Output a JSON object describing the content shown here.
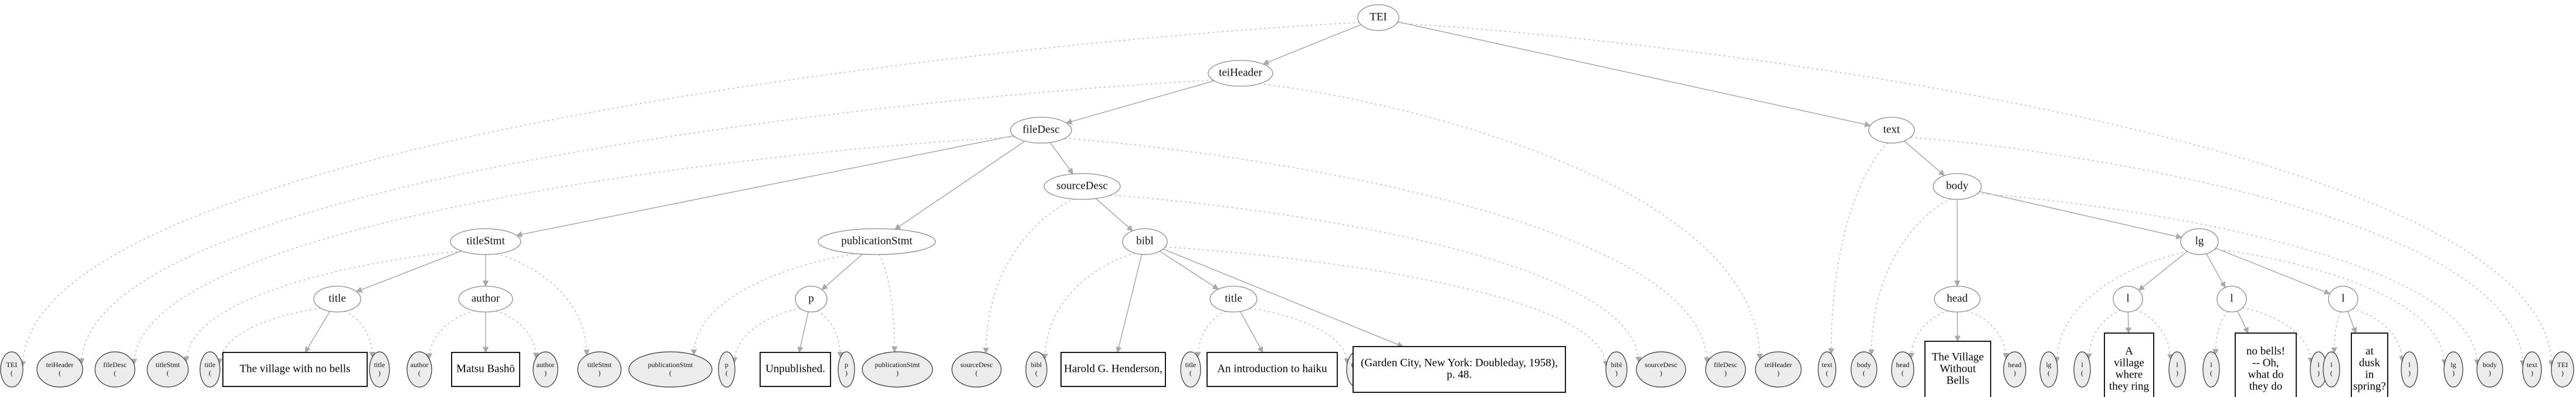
{
  "diagram": {
    "type": "tei-document-tree",
    "nodes": [
      {
        "id": "tei",
        "kind": "element",
        "label": "TEI"
      },
      {
        "id": "teiheader",
        "kind": "element",
        "label": "teiHeader"
      },
      {
        "id": "filedesc",
        "kind": "element",
        "label": "fileDesc"
      },
      {
        "id": "text",
        "kind": "element",
        "label": "text"
      },
      {
        "id": "titlestmt",
        "kind": "element",
        "label": "titleStmt"
      },
      {
        "id": "publicationstmt",
        "kind": "element",
        "label": "publicationStmt"
      },
      {
        "id": "sourcedesc",
        "kind": "element",
        "label": "sourceDesc"
      },
      {
        "id": "bibl",
        "kind": "element",
        "label": "bibl"
      },
      {
        "id": "body",
        "kind": "element",
        "label": "body"
      },
      {
        "id": "lg",
        "kind": "element",
        "label": "lg"
      },
      {
        "id": "title1",
        "kind": "element",
        "label": "title"
      },
      {
        "id": "author",
        "kind": "element",
        "label": "author"
      },
      {
        "id": "p",
        "kind": "element",
        "label": "p"
      },
      {
        "id": "title2",
        "kind": "element",
        "label": "title"
      },
      {
        "id": "head",
        "kind": "element",
        "label": "head"
      },
      {
        "id": "l1",
        "kind": "element",
        "label": "l"
      },
      {
        "id": "l2",
        "kind": "element",
        "label": "l"
      },
      {
        "id": "l3",
        "kind": "element",
        "label": "l"
      },
      {
        "id": "m_tei_open",
        "kind": "marker",
        "lines": [
          "TEI",
          "("
        ]
      },
      {
        "id": "m_hdr_open",
        "kind": "marker",
        "lines": [
          "teiHeader",
          "("
        ]
      },
      {
        "id": "m_fd_open",
        "kind": "marker",
        "lines": [
          "fileDesc",
          "("
        ]
      },
      {
        "id": "m_ts_open",
        "kind": "marker",
        "lines": [
          "titleStmt",
          "("
        ]
      },
      {
        "id": "m_t1_open",
        "kind": "marker",
        "lines": [
          "title",
          "("
        ]
      },
      {
        "id": "t_title1",
        "kind": "text",
        "lines": [
          "The village with no bells"
        ]
      },
      {
        "id": "m_t1_close",
        "kind": "marker",
        "lines": [
          "title",
          ")"
        ]
      },
      {
        "id": "m_au_open",
        "kind": "marker",
        "lines": [
          "author",
          "("
        ]
      },
      {
        "id": "t_author",
        "kind": "text",
        "lines": [
          "Matsu Bashō"
        ]
      },
      {
        "id": "m_au_close",
        "kind": "marker",
        "lines": [
          "author",
          ")"
        ]
      },
      {
        "id": "m_ts_close",
        "kind": "marker",
        "lines": [
          "titleStmt",
          ")"
        ]
      },
      {
        "id": "m_ps_open",
        "kind": "marker",
        "lines": [
          "publicationStmt",
          "("
        ]
      },
      {
        "id": "m_p_open",
        "kind": "marker",
        "lines": [
          "p",
          "("
        ]
      },
      {
        "id": "t_p",
        "kind": "text",
        "lines": [
          "Unpublished."
        ]
      },
      {
        "id": "m_p_close",
        "kind": "marker",
        "lines": [
          "p",
          ")"
        ]
      },
      {
        "id": "m_ps_close",
        "kind": "marker",
        "lines": [
          "publicationStmt",
          ")"
        ]
      },
      {
        "id": "m_sd_open",
        "kind": "marker",
        "lines": [
          "sourceDesc",
          "("
        ]
      },
      {
        "id": "m_bb_open",
        "kind": "marker",
        "lines": [
          "bibl",
          "("
        ]
      },
      {
        "id": "t_bibl_author",
        "kind": "text",
        "lines": [
          "Harold G. Henderson,"
        ]
      },
      {
        "id": "m_t2_open",
        "kind": "marker",
        "lines": [
          "title",
          "("
        ]
      },
      {
        "id": "t_title2",
        "kind": "text",
        "lines": [
          "An introduction to haiku"
        ]
      },
      {
        "id": "m_t2_close",
        "kind": "marker",
        "lines": [
          "title",
          ")"
        ]
      },
      {
        "id": "t_bibl_pub",
        "kind": "text",
        "lines": [
          "(Garden City, New York: Doubleday, 1958),",
          "p. 48."
        ]
      },
      {
        "id": "m_bb_close",
        "kind": "marker",
        "lines": [
          "bibl",
          ")"
        ]
      },
      {
        "id": "m_sd_close",
        "kind": "marker",
        "lines": [
          "sourceDesc",
          ")"
        ]
      },
      {
        "id": "m_fd_close",
        "kind": "marker",
        "lines": [
          "fileDesc",
          ")"
        ]
      },
      {
        "id": "m_hdr_close",
        "kind": "marker",
        "lines": [
          "teiHeader",
          ")"
        ]
      },
      {
        "id": "m_text_open",
        "kind": "marker",
        "lines": [
          "text",
          "("
        ]
      },
      {
        "id": "m_body_open",
        "kind": "marker",
        "lines": [
          "body",
          "("
        ]
      },
      {
        "id": "m_head_open",
        "kind": "marker",
        "lines": [
          "head",
          "("
        ]
      },
      {
        "id": "t_head",
        "kind": "text",
        "lines": [
          "The Village",
          "Without",
          "Bells"
        ]
      },
      {
        "id": "m_head_close",
        "kind": "marker",
        "lines": [
          "head",
          ")"
        ]
      },
      {
        "id": "m_lg_open",
        "kind": "marker",
        "lines": [
          "lg",
          "("
        ]
      },
      {
        "id": "m_l1_open",
        "kind": "marker",
        "lines": [
          "l",
          "("
        ]
      },
      {
        "id": "t_l1",
        "kind": "text",
        "lines": [
          "A",
          "village",
          "where",
          "they ring"
        ]
      },
      {
        "id": "m_l1_close",
        "kind": "marker",
        "lines": [
          "l",
          ")"
        ]
      },
      {
        "id": "m_l2_open",
        "kind": "marker",
        "lines": [
          "l",
          "("
        ]
      },
      {
        "id": "t_l2",
        "kind": "text",
        "lines": [
          "no bells!",
          "-- Oh,",
          "what do",
          "they do"
        ]
      },
      {
        "id": "m_l2_close",
        "kind": "marker",
        "lines": [
          "l",
          ")"
        ]
      },
      {
        "id": "m_l3_open",
        "kind": "marker",
        "lines": [
          "l",
          "("
        ]
      },
      {
        "id": "t_l3",
        "kind": "text",
        "lines": [
          "at",
          "dusk",
          "in",
          "spring?"
        ]
      },
      {
        "id": "m_l3_close",
        "kind": "marker",
        "lines": [
          "l",
          ")"
        ]
      },
      {
        "id": "m_lg_close",
        "kind": "marker",
        "lines": [
          "lg",
          ")"
        ]
      },
      {
        "id": "m_body_close",
        "kind": "marker",
        "lines": [
          "body",
          ")"
        ]
      },
      {
        "id": "m_text_close",
        "kind": "marker",
        "lines": [
          "text",
          ")"
        ]
      },
      {
        "id": "m_tei_close",
        "kind": "marker",
        "lines": [
          "TEI",
          ")"
        ]
      }
    ],
    "edges": [
      [
        "tei",
        "teiheader",
        "solid"
      ],
      [
        "tei",
        "text",
        "solid"
      ],
      [
        "teiheader",
        "filedesc",
        "solid"
      ],
      [
        "filedesc",
        "titlestmt",
        "solid"
      ],
      [
        "filedesc",
        "publicationstmt",
        "solid"
      ],
      [
        "filedesc",
        "sourcedesc",
        "solid"
      ],
      [
        "titlestmt",
        "title1",
        "solid"
      ],
      [
        "titlestmt",
        "author",
        "solid"
      ],
      [
        "title1",
        "t_title1",
        "solid"
      ],
      [
        "author",
        "t_author",
        "solid"
      ],
      [
        "publicationstmt",
        "p",
        "solid"
      ],
      [
        "p",
        "t_p",
        "solid"
      ],
      [
        "sourcedesc",
        "bibl",
        "solid"
      ],
      [
        "bibl",
        "t_bibl_author",
        "solid"
      ],
      [
        "bibl",
        "title2",
        "solid"
      ],
      [
        "bibl",
        "t_bibl_pub",
        "solid"
      ],
      [
        "title2",
        "t_title2",
        "solid"
      ],
      [
        "text",
        "body",
        "solid"
      ],
      [
        "body",
        "head",
        "solid"
      ],
      [
        "body",
        "lg",
        "solid"
      ],
      [
        "head",
        "t_head",
        "solid"
      ],
      [
        "lg",
        "l1",
        "solid"
      ],
      [
        "lg",
        "l2",
        "solid"
      ],
      [
        "lg",
        "l3",
        "solid"
      ],
      [
        "l1",
        "t_l1",
        "solid"
      ],
      [
        "l2",
        "t_l2",
        "solid"
      ],
      [
        "l3",
        "t_l3",
        "solid"
      ],
      [
        "tei",
        "m_tei_open",
        "dotted"
      ],
      [
        "tei",
        "m_tei_close",
        "dotted"
      ],
      [
        "teiheader",
        "m_hdr_open",
        "dotted"
      ],
      [
        "teiheader",
        "m_hdr_close",
        "dotted"
      ],
      [
        "filedesc",
        "m_fd_open",
        "dotted"
      ],
      [
        "filedesc",
        "m_fd_close",
        "dotted"
      ],
      [
        "titlestmt",
        "m_ts_open",
        "dotted"
      ],
      [
        "titlestmt",
        "m_ts_close",
        "dotted"
      ],
      [
        "title1",
        "m_t1_open",
        "dotted"
      ],
      [
        "title1",
        "m_t1_close",
        "dotted"
      ],
      [
        "author",
        "m_au_open",
        "dotted"
      ],
      [
        "author",
        "m_au_close",
        "dotted"
      ],
      [
        "publicationstmt",
        "m_ps_open",
        "dotted"
      ],
      [
        "publicationstmt",
        "m_ps_close",
        "dotted"
      ],
      [
        "p",
        "m_p_open",
        "dotted"
      ],
      [
        "p",
        "m_p_close",
        "dotted"
      ],
      [
        "sourcedesc",
        "m_sd_open",
        "dotted"
      ],
      [
        "sourcedesc",
        "m_sd_close",
        "dotted"
      ],
      [
        "bibl",
        "m_bb_open",
        "dotted"
      ],
      [
        "bibl",
        "m_bb_close",
        "dotted"
      ],
      [
        "title2",
        "m_t2_open",
        "dotted"
      ],
      [
        "title2",
        "m_t2_close",
        "dotted"
      ],
      [
        "text",
        "m_text_open",
        "dotted"
      ],
      [
        "text",
        "m_text_close",
        "dotted"
      ],
      [
        "body",
        "m_body_open",
        "dotted"
      ],
      [
        "body",
        "m_body_close",
        "dotted"
      ],
      [
        "head",
        "m_head_open",
        "dotted"
      ],
      [
        "head",
        "m_head_close",
        "dotted"
      ],
      [
        "lg",
        "m_lg_open",
        "dotted"
      ],
      [
        "lg",
        "m_lg_close",
        "dotted"
      ],
      [
        "l1",
        "m_l1_open",
        "dotted"
      ],
      [
        "l1",
        "m_l1_close",
        "dotted"
      ],
      [
        "l2",
        "m_l2_open",
        "dotted"
      ],
      [
        "l2",
        "m_l2_close",
        "dotted"
      ],
      [
        "l3",
        "m_l3_open",
        "dotted"
      ],
      [
        "l3",
        "m_l3_close",
        "dotted"
      ]
    ]
  }
}
